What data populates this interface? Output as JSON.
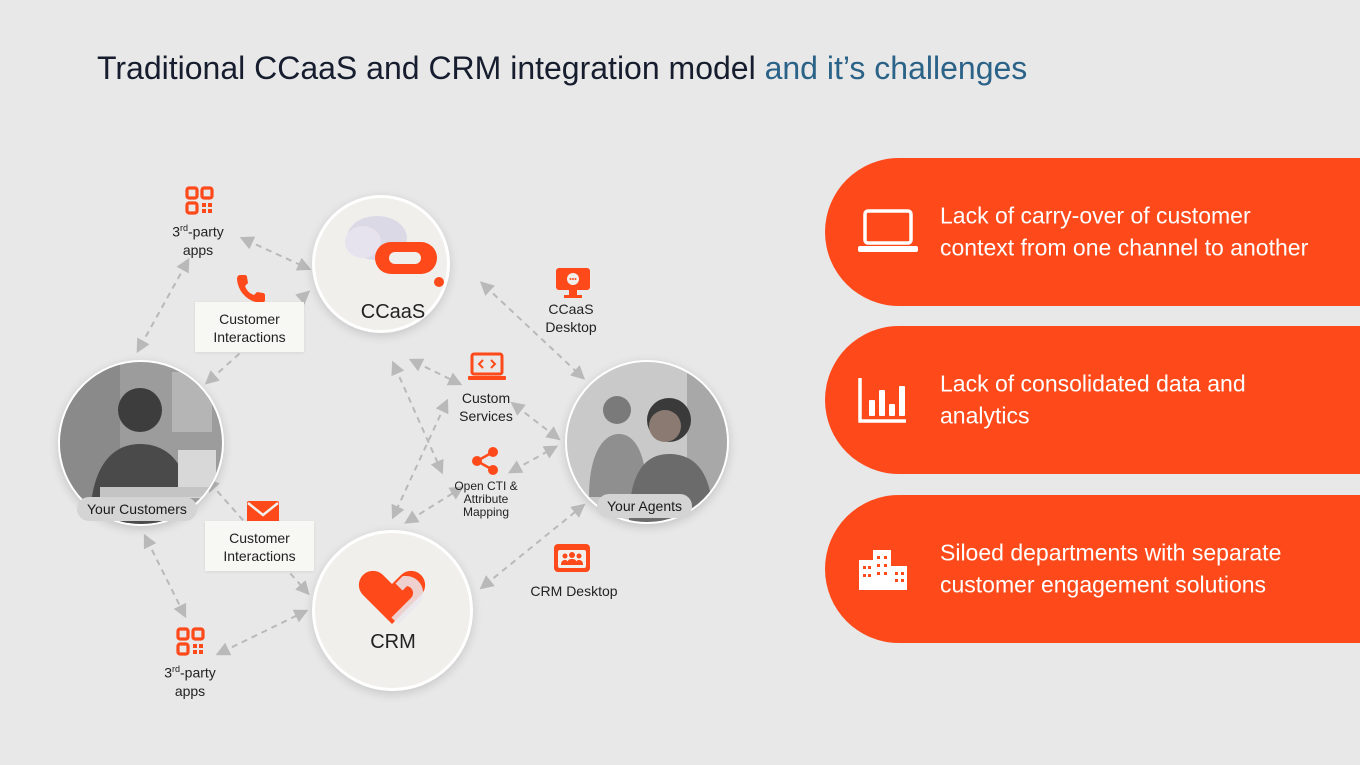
{
  "title": {
    "main": "Traditional CCaaS and CRM integration model",
    "accent": "and it’s challenges"
  },
  "diagram": {
    "ccaas": {
      "label": "CCaaS"
    },
    "crm": {
      "label": "CRM"
    },
    "customers": {
      "label": "Your Customers"
    },
    "agents": {
      "label": "Your Agents"
    },
    "third_party_top": {
      "sup": "rd",
      "pre": "3",
      "post": "-party",
      "line2": "apps"
    },
    "third_party_bottom": {
      "sup": "rd",
      "pre": "3",
      "post": "-party",
      "line2": "apps"
    },
    "interactions_top": {
      "line1": "Customer",
      "line2": "Interactions"
    },
    "interactions_bottom": {
      "line1": "Customer",
      "line2": "Interactions"
    },
    "ccaas_desktop": {
      "line1": "CCaaS",
      "line2": "Desktop"
    },
    "custom_services": {
      "line1": "Custom",
      "line2": "Services"
    },
    "open_cti": {
      "line1": "Open CTI &",
      "line2": "Attribute",
      "line3": "Mapping"
    },
    "crm_desktop": {
      "label": "CRM Desktop"
    }
  },
  "challenges": [
    {
      "icon": "laptop-icon",
      "text": "Lack of carry-over of customer context from one channel to another"
    },
    {
      "icon": "analytics-icon",
      "text": "Lack of consolidated data and analytics"
    },
    {
      "icon": "building-icon",
      "text": "Siloed departments with separate customer engagement solutions"
    }
  ],
  "colors": {
    "accent_orange": "#fe4a1b",
    "title_dark": "#161d2e",
    "title_accent": "#2b6287",
    "background": "#e8e8e8"
  }
}
